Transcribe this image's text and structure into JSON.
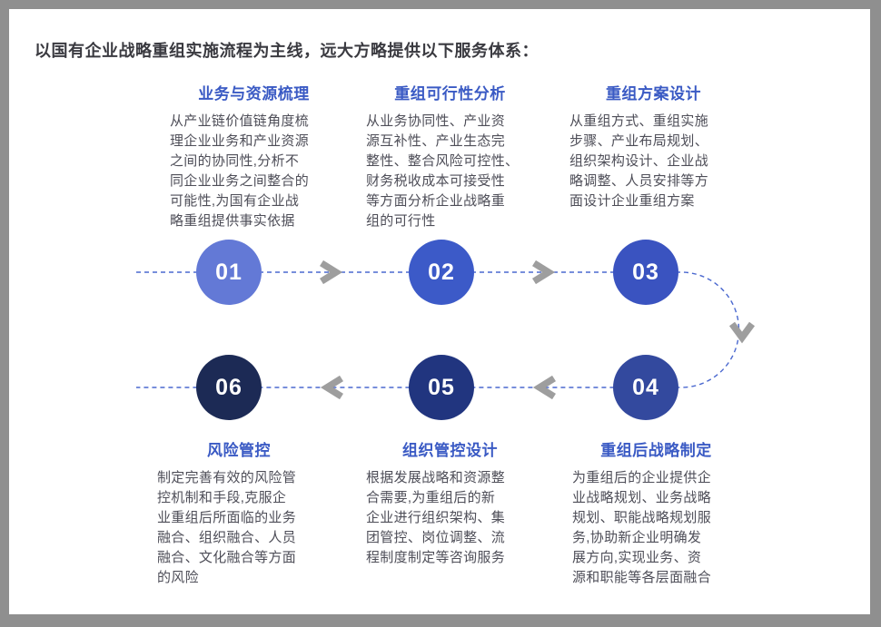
{
  "page": {
    "title": "以国有企业战略重组实施流程为主线，远大方略提供以下服务体系："
  },
  "colors": {
    "frame_gray": "#8f8f8f",
    "page_white": "#ffffff",
    "header_blue": "#3a5ac4",
    "body_text": "#4e4e58",
    "dash_blue": "#4a68cf",
    "arrow_gray": "#9e9e9e"
  },
  "steps": [
    {
      "number": "01",
      "title": "业务与资源梳理",
      "color": "#6379d6",
      "description": "从产业链价值链角度梳\n理企业业务和产业资源\n之间的协同性,分析不\n同企业业务之间整合的\n可能性,为国有企业战\n略重组提供事实依据"
    },
    {
      "number": "02",
      "title": "重组可行性分析",
      "color": "#3c5ac8",
      "description": "从业务协同性、产业资\n源互补性、产业生态完\n整性、整合风险可控性、\n财务税收成本可接受性\n等方面分析企业战略重\n组的可行性"
    },
    {
      "number": "03",
      "title": "重组方案设计",
      "color": "#3a53c0",
      "description": "从重组方式、重组实施\n步骤、产业布局规划、\n组织架构设计、企业战\n略调整、人员安排等方\n面设计企业重组方案"
    },
    {
      "number": "04",
      "title": "重组后战略制定",
      "color": "#33499e",
      "description": "为重组后的企业提供企\n业战略规划、业务战略\n规划、职能战略规划服\n务,协助新企业明确发\n展方向,实现业务、资\n源和职能等各层面融合"
    },
    {
      "number": "05",
      "title": "组织管控设计",
      "color": "#21357f",
      "description": "根据发展战略和资源整\n合需要,为重组后的新\n企业进行组织架构、集\n团管控、岗位调整、流\n程制度制定等咨询服务"
    },
    {
      "number": "06",
      "title": "风险管控",
      "color": "#1c2a55",
      "description": "制定完善有效的风险管\n控机制和手段,克服企\n业重组后所面临的业务\n融合、组织融合、人员\n融合、文化融合等方面\n的风险"
    }
  ]
}
